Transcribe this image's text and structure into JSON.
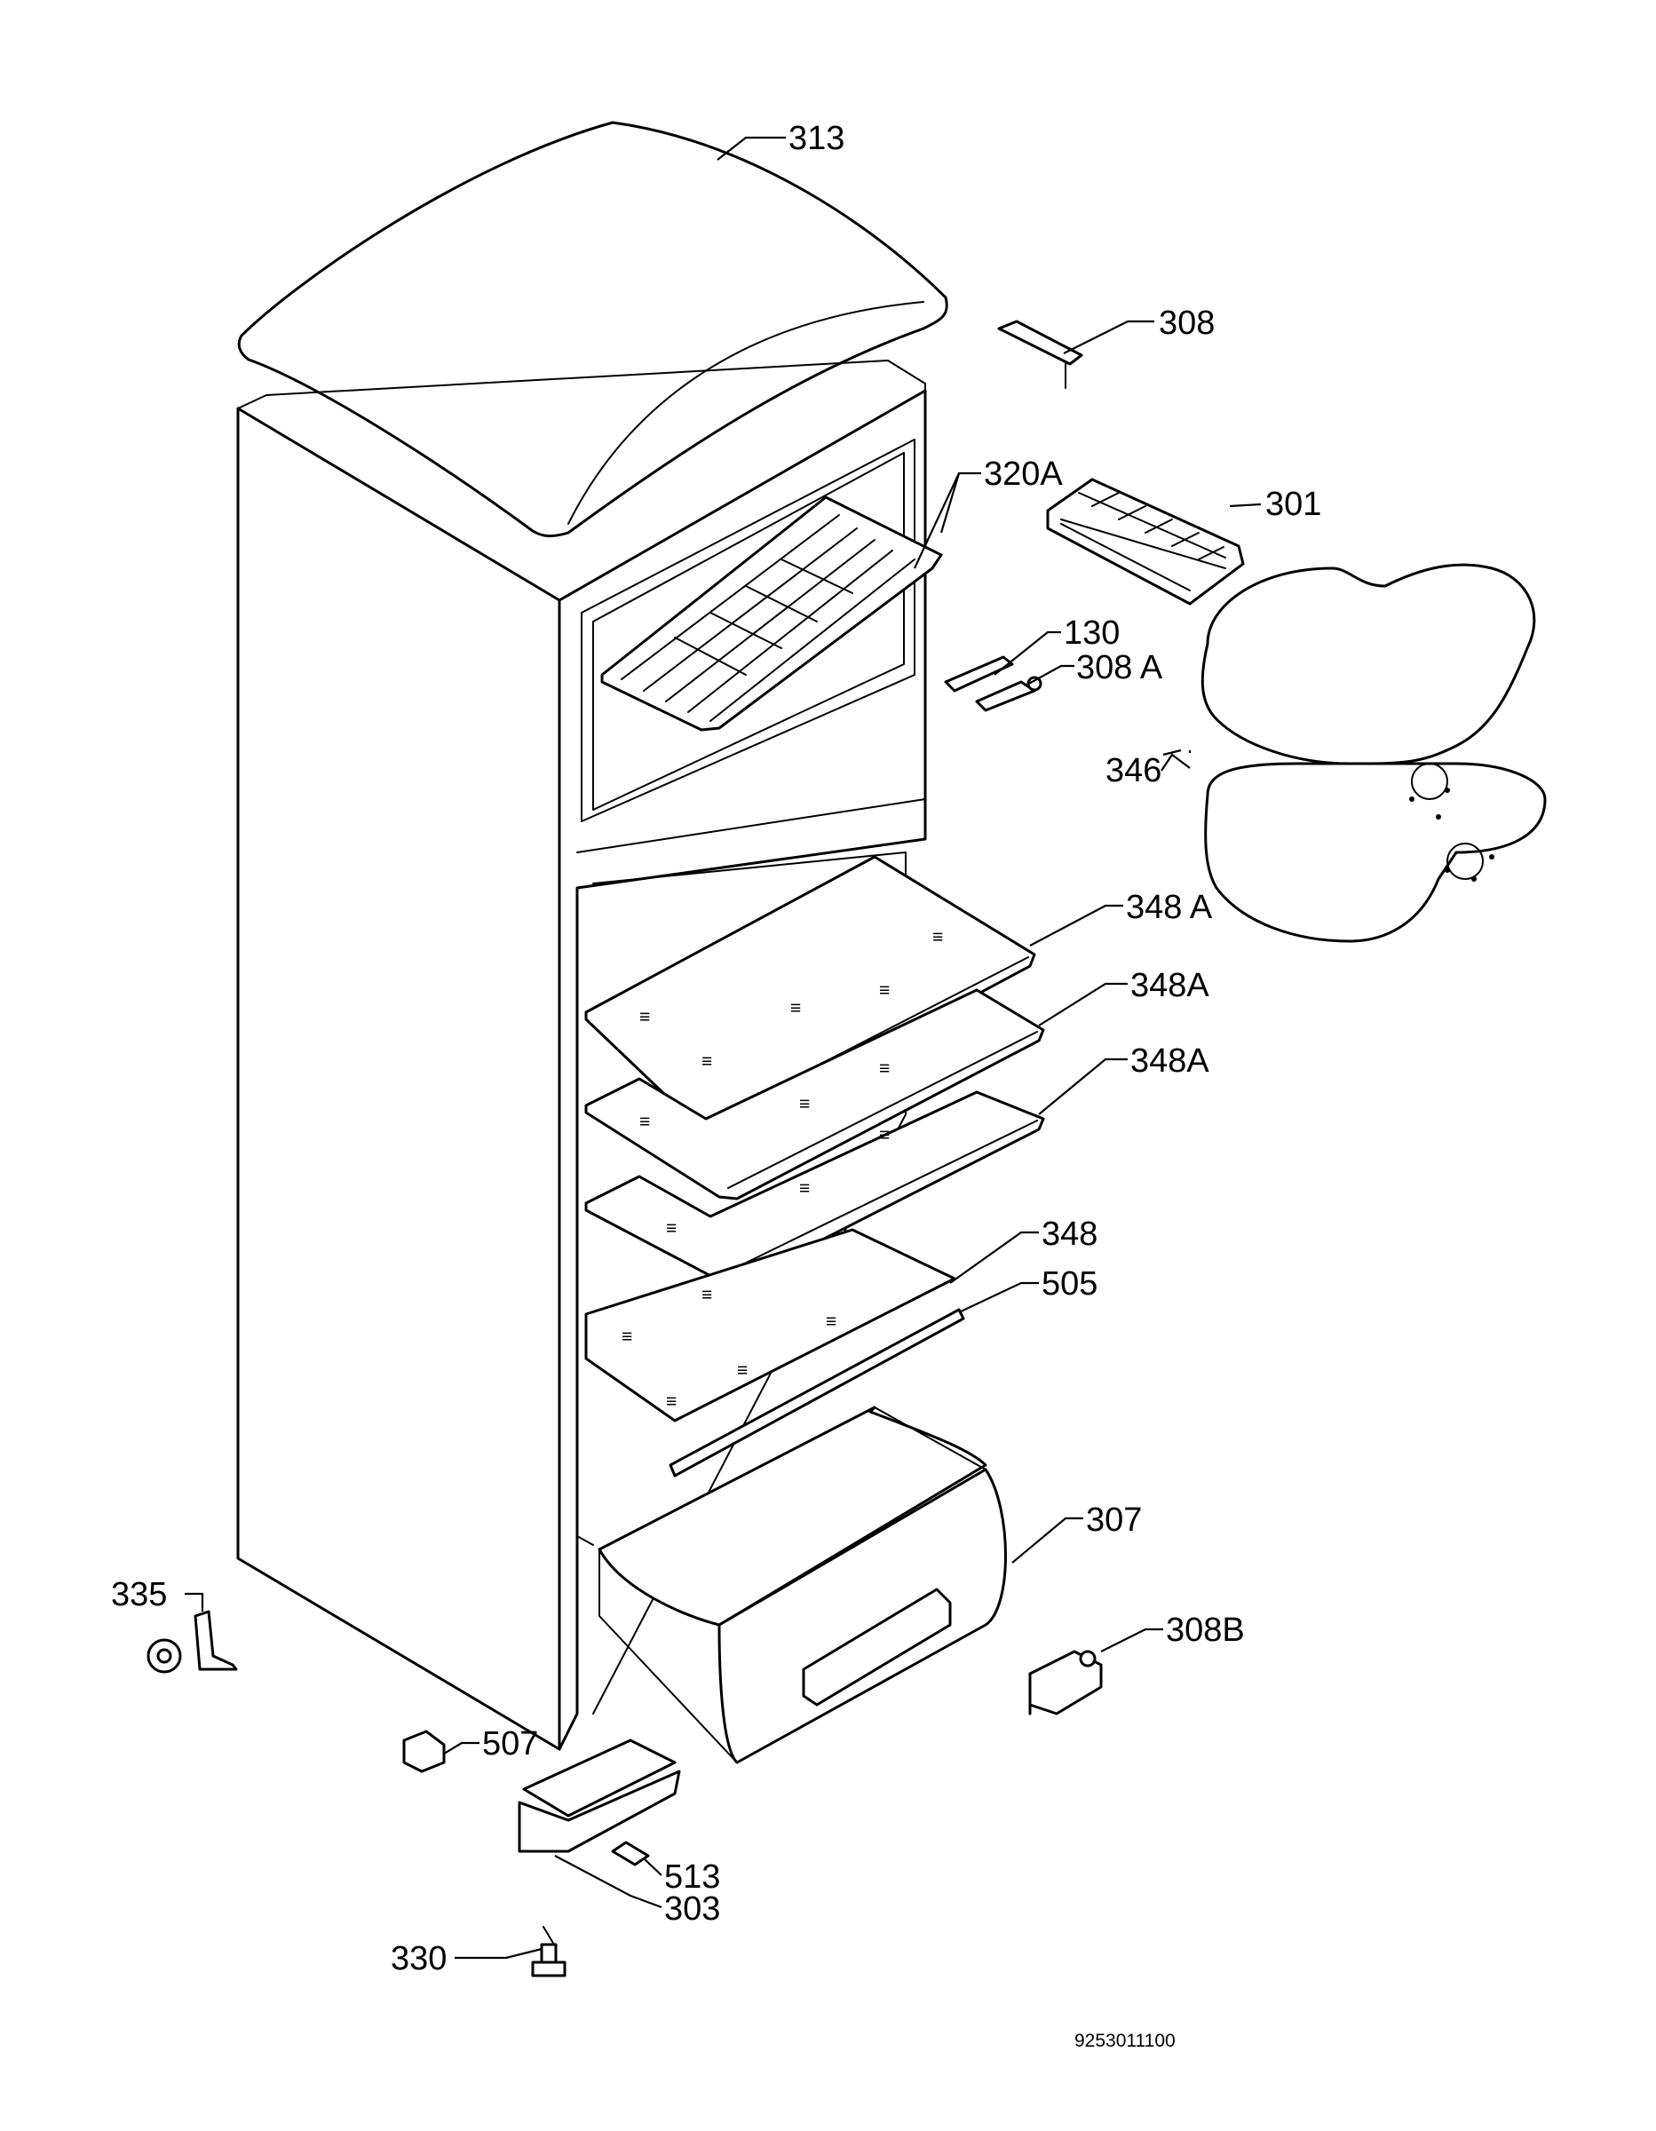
{
  "diagram": {
    "callouts": [
      {
        "id": "313",
        "text": "313"
      },
      {
        "id": "308",
        "text": "308"
      },
      {
        "id": "320A",
        "text": "320A"
      },
      {
        "id": "301",
        "text": "301"
      },
      {
        "id": "130",
        "text": "130"
      },
      {
        "id": "308A",
        "text": "308 A"
      },
      {
        "id": "346",
        "text": "346"
      },
      {
        "id": "348A-1",
        "text": "348 A"
      },
      {
        "id": "348A-2",
        "text": "348A"
      },
      {
        "id": "348A-3",
        "text": "348A"
      },
      {
        "id": "348",
        "text": "348"
      },
      {
        "id": "505",
        "text": "505"
      },
      {
        "id": "307",
        "text": "307"
      },
      {
        "id": "335",
        "text": "335"
      },
      {
        "id": "308B",
        "text": "308B"
      },
      {
        "id": "507",
        "text": "507"
      },
      {
        "id": "513",
        "text": "513"
      },
      {
        "id": "303",
        "text": "303"
      },
      {
        "id": "330",
        "text": "330"
      }
    ],
    "drawing_number": "9253011100"
  },
  "icons": {
    "cabinet": "refrigerator-cabinet-icon",
    "shelf": "glass-shelf-icon",
    "drawer": "crisper-drawer-icon"
  }
}
